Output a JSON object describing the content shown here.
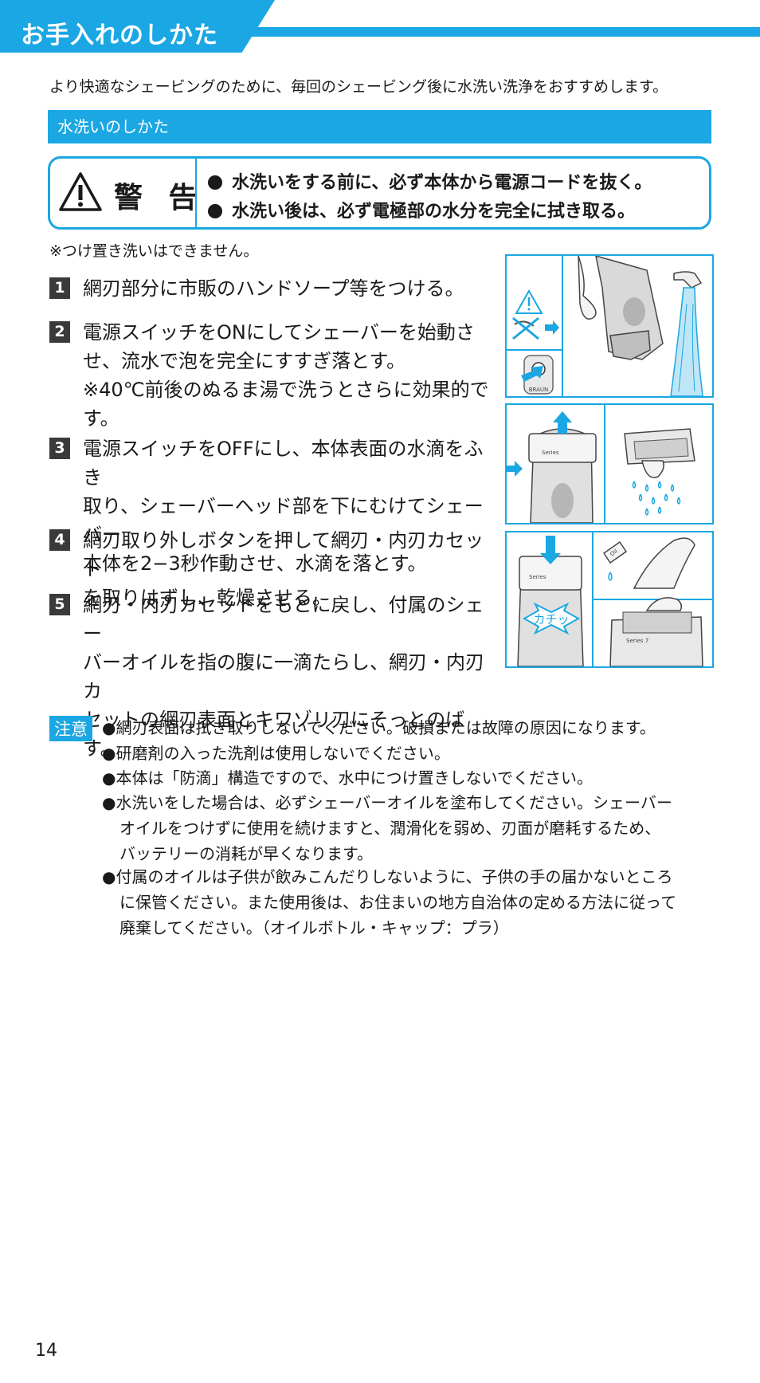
{
  "header": {
    "title": "お手入れのしかた"
  },
  "intro": "より快適なシェービングのために、毎回のシェービング後に水洗い洗浄をおすすめします。",
  "section": {
    "title": "水洗いのしかた"
  },
  "warning": {
    "label": "警 告",
    "lines": [
      "水洗いをする前に、必ず本体から電源コードを抜く。",
      "水洗い後は、必ず電極部の水分を完全に拭き取る。"
    ]
  },
  "soak_note": "※つけ置き洗いはできません。",
  "steps": [
    {
      "num": "1",
      "lines": [
        "網刃部分に市販のハンドソープ等をつける。"
      ]
    },
    {
      "num": "2",
      "lines": [
        "電源スイッチをONにしてシェーバーを始動さ",
        "せ、流水で泡を完全にすすぎ落とす。",
        "※40℃前後のぬるま湯で洗うとさらに効果的です。"
      ]
    },
    {
      "num": "3",
      "lines": [
        "電源スイッチをOFFにし、本体表面の水滴をふき",
        "取り、シェーバーヘッド部を下にむけてシェーバー",
        "本体を2−3秒作動させ、水滴を落とす。"
      ]
    },
    {
      "num": "4",
      "lines": [
        "網刃取り外しボタンを押して網刃・内刃カセット",
        "を取りはずし、乾燥させる。"
      ]
    },
    {
      "num": "5",
      "lines": [
        "網刃・内刃カセットをもとに戻し、付属のシェー",
        "バーオイルを指の腹に一滴たらし、網刃・内刃カ",
        "セットの網刃表面とキワゾリ刃にそっとのばす。"
      ]
    }
  ],
  "illustrations": {
    "brand": "BRAUN",
    "model_label": "Series",
    "model_label_7": "Series 7",
    "click_label": "カチッ",
    "oil_label": "Oil"
  },
  "caution": {
    "badge": "注意",
    "items": [
      [
        "●網刃表面は拭き取りしないでください。破損または故障の原因になります。"
      ],
      [
        "●研磨剤の入った洗剤は使用しないでください。"
      ],
      [
        "●本体は「防滴」構造ですので、水中につけ置きしないでください。"
      ],
      [
        "●水洗いをした場合は、必ずシェーバーオイルを塗布してください。シェーバー",
        "オイルをつけずに使用を続けますと、潤滑化を弱め、刃面が磨耗するため、",
        "バッテリーの消耗が早くなります。"
      ],
      [
        "●付属のオイルは子供が飲みこんだりしないように、子供の手の届かないところ",
        "に保管ください。また使用後は、お住まいの地方自治体の定める方法に従って",
        "廃棄してください。（オイルボトル・キャップ：プラ）"
      ]
    ]
  },
  "page_number": "14",
  "colors": {
    "accent": "#1aa7e3",
    "step_badge": "#3a3a3a"
  }
}
